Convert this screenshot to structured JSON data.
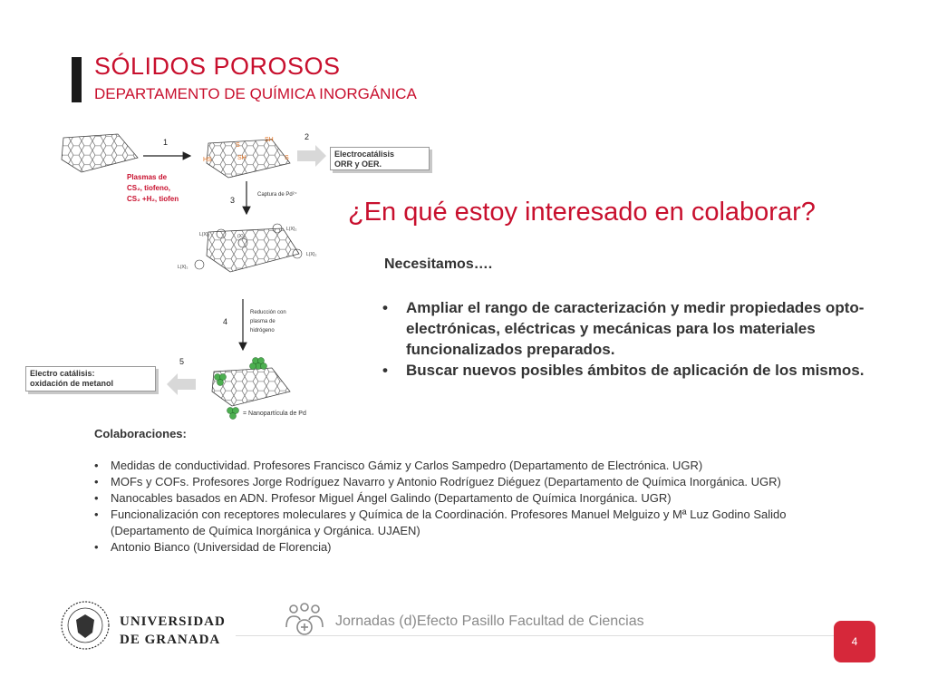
{
  "header": {
    "title": "SÓLIDOS POROSOS",
    "subtitle": "DEPARTAMENTO DE QUÍMICA INORGÁNICA"
  },
  "diagram": {
    "step_1": "1",
    "step_2": "2",
    "step_3": "3",
    "step_4": "4",
    "step_5": "5",
    "plasma_line1": "Plasmas de",
    "plasma_line2": "CS₂, tiofeno,",
    "plasma_line3": "CS₂ +H₂, tiofen",
    "electro_box_line1": "Electrocatálisis",
    "electro_box_line2": "ORR y OER.",
    "capture_label": "Captura de Pd²⁺",
    "reduction_line1": "Reducción con",
    "reduction_line2": "plasma de",
    "reduction_line3": "hidrógeno",
    "methanol_box_line1": "Electro catálisis:",
    "methanol_box_line2": "oxidación de metanol",
    "nanoparticle_legend": "= Nanopartícula de Pd"
  },
  "question": "¿En qué estoy interesado en colaborar?",
  "needs": {
    "heading": "Necesitamos….",
    "items": [
      "Ampliar el rango de caracterización y medir propiedades opto-electrónicas, eléctricas y mecánicas para los materiales funcionalizados preparados.",
      "Buscar nuevos posibles ámbitos de aplicación de los mismos."
    ]
  },
  "collaborations": {
    "heading": "Colaboraciones:",
    "items": [
      "Medidas de conductividad. Profesores Francisco Gámiz y Carlos Sampedro (Departamento de Electrónica. UGR)",
      "MOFs y COFs. Profesores Jorge Rodríguez Navarro  y Antonio Rodríguez Diéguez (Departamento de Química Inorgánica. UGR)",
      "Nanocables basados en ADN. Profesor Miguel Ángel Galindo (Departamento de Química Inorgánica. UGR)",
      "Funcionalización con receptores moleculares y Química de la Coordinación. Profesores Manuel Melguizo y Mª Luz Godino Salido (Departamento de Química Inorgánica y Orgánica. UJAEN)",
      "Antonio Bianco (Universidad de Florencia)"
    ]
  },
  "footer": {
    "university_line1": "UNIVERSIDAD",
    "university_line2": "DE GRANADA",
    "event_text": "Jornadas (d)Efecto Pasillo Facultad de Ciencias",
    "page_number": "4"
  },
  "colors": {
    "accent": "#c8102e",
    "badge": "#d6283a",
    "text": "#333333",
    "nanoparticle": "#4caf50"
  }
}
